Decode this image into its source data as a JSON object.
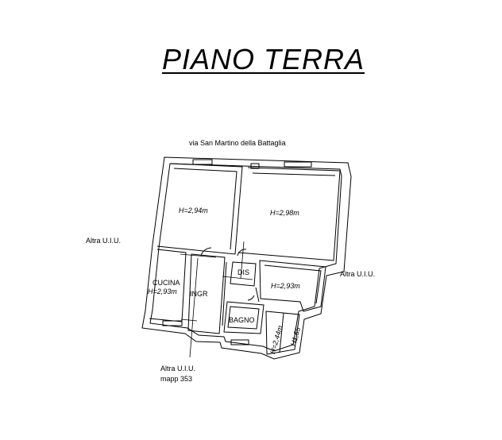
{
  "title": "PIANO TERRA",
  "street": "via San Martino della Battaglia",
  "neighbors": {
    "left": "Altra U.I.U.",
    "right": "Altra U.I.U.",
    "bottom_line1": "Altra U.I.U.",
    "bottom_line2": "mapp 353"
  },
  "rooms": {
    "room_top_left": "H=2,94m",
    "room_top_right": "H=2,98m",
    "room_mid_right": "H=2,93m",
    "cucina_name": "CUCINA",
    "cucina_height": "H=2,93m",
    "ingresso": "INGR",
    "disimpegno": "DIS",
    "bagno": "BAGNO",
    "bagno_height": "H=2,44m",
    "small_height": "H1,55"
  }
}
